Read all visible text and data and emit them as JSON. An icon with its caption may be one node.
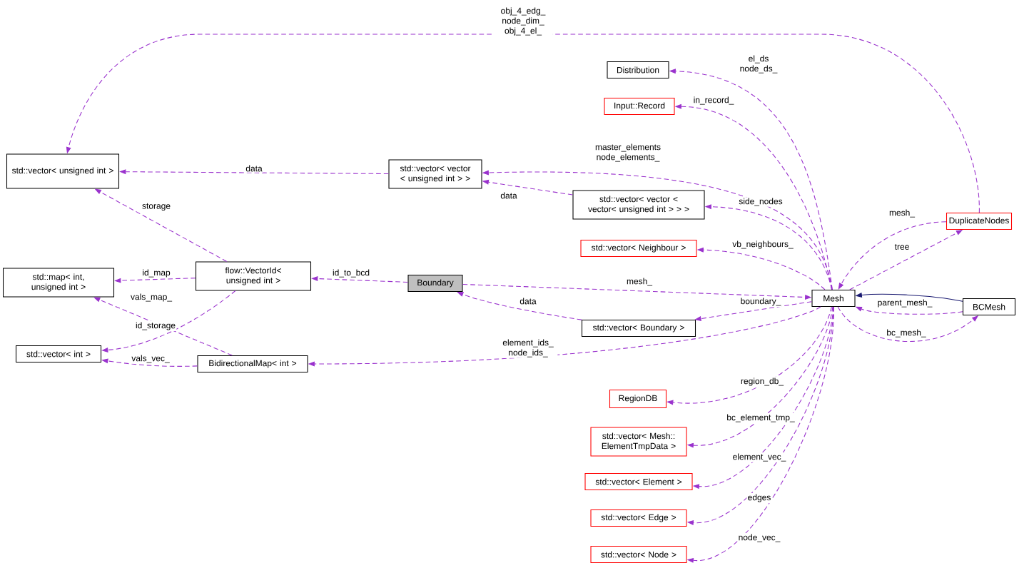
{
  "diagram": {
    "nodes": [
      {
        "text": [
          "std::vector< unsigned int >"
        ]
      },
      {
        "text": [
          "std::vector< vector < unsigned int > >"
        ]
      },
      {
        "text": [
          "Distribution"
        ]
      },
      {
        "text": [
          "Input::Record"
        ]
      },
      {
        "text": [
          "std::vector< vector < vector< unsigned int > > >"
        ]
      },
      {
        "text": [
          "std::vector< Neighbour >"
        ]
      },
      {
        "text": [
          "std::map< int, unsigned int >"
        ]
      },
      {
        "text": [
          "flow::VectorId< unsigned int >"
        ]
      },
      {
        "text": [
          "Boundary"
        ]
      },
      {
        "text": [
          "Mesh"
        ]
      },
      {
        "text": [
          "std::vector< Boundary >"
        ]
      },
      {
        "text": [
          "DuplicateNodes"
        ]
      },
      {
        "text": [
          "BCMesh"
        ]
      },
      {
        "text": [
          "std::vector< int >"
        ]
      },
      {
        "text": [
          "BidirectionalMap< int >"
        ]
      },
      {
        "text": [
          "RegionDB"
        ]
      },
      {
        "text": [
          "std::vector< Mesh:: ElementTmpData >"
        ]
      },
      {
        "text": [
          "std::vector< Element >"
        ]
      },
      {
        "text": [
          "std::vector< Edge >"
        ]
      },
      {
        "text": [
          "std::vector< Node >"
        ]
      }
    ],
    "edges": [
      {
        "from": 11,
        "to": 0,
        "arrow": "to",
        "label": "obj_4_edg_ node_dim_ obj_4_el_",
        "style": "dashed"
      },
      {
        "from": 1,
        "to": 0,
        "arrow": "to",
        "label": "data",
        "style": "dashed"
      },
      {
        "from": 9,
        "to": 2,
        "arrow": "to",
        "label": "el_ds node_ds_",
        "style": "dashed"
      },
      {
        "from": 9,
        "to": 3,
        "arrow": "to",
        "label": "in_record_",
        "style": "dashed"
      },
      {
        "from": 9,
        "to": 1,
        "arrow": "to",
        "label": "master_elements node_elements_",
        "style": "dashed"
      },
      {
        "from": 4,
        "to": 1,
        "arrow": "to",
        "label": "data",
        "style": "dashed"
      },
      {
        "from": 9,
        "to": 4,
        "arrow": "to",
        "label": "side_nodes",
        "style": "dashed"
      },
      {
        "from": 11,
        "to": 9,
        "arrow": "to",
        "label": "mesh_",
        "style": "dashed"
      },
      {
        "from": 9,
        "to": 5,
        "arrow": "to",
        "label": "vb_neighbours_",
        "style": "dashed"
      },
      {
        "from": 9,
        "to": 11,
        "arrow": "to",
        "label": "tree",
        "style": "dashed"
      },
      {
        "from": 7,
        "to": 0,
        "arrow": "to",
        "label": "storage",
        "style": "dashed"
      },
      {
        "from": 7,
        "to": 6,
        "arrow": "to",
        "label": "id_map",
        "style": "dashed"
      },
      {
        "from": 8,
        "to": 7,
        "arrow": "to",
        "label": "id_to_bcd",
        "style": "dashed"
      },
      {
        "from": 8,
        "to": 9,
        "arrow": "to",
        "label": "mesh_",
        "style": "dashed"
      },
      {
        "from": 12,
        "to": 9,
        "arrow": "to",
        "color": "#191970"
      },
      {
        "from": 14,
        "to": 6,
        "arrow": "to",
        "label": "vals_map_",
        "style": "dashed"
      },
      {
        "from": 10,
        "to": 8,
        "arrow": "to",
        "label": "data",
        "style": "dashed"
      },
      {
        "from": 9,
        "to": 10,
        "arrow": "to",
        "label": "boundary_",
        "style": "dashed"
      },
      {
        "from": 12,
        "to": 9,
        "arrow": "to",
        "label": "parent_mesh_",
        "style": "dashed"
      },
      {
        "from": 7,
        "to": 13,
        "arrow": "to",
        "label": "id_storage",
        "style": "dashed"
      },
      {
        "from": 14,
        "to": 13,
        "arrow": "to",
        "label": "vals_vec_",
        "style": "dashed"
      },
      {
        "from": 9,
        "to": 14,
        "arrow": "to",
        "label": "element_ids_ node_ids_",
        "style": "dashed"
      },
      {
        "from": 9,
        "to": 12,
        "arrow": "to",
        "label": "bc_mesh_",
        "style": "dashed"
      },
      {
        "from": 9,
        "to": 15,
        "arrow": "to",
        "label": "region_db_",
        "style": "dashed"
      },
      {
        "from": 9,
        "to": 16,
        "arrow": "to",
        "label": "bc_element_tmp_",
        "style": "dashed"
      },
      {
        "from": 9,
        "to": 17,
        "arrow": "to",
        "label": "element_vec_",
        "style": "dashed"
      },
      {
        "from": 9,
        "to": 18,
        "arrow": "to",
        "label": "edges",
        "style": "dashed"
      },
      {
        "from": 9,
        "to": 19,
        "arrow": "to",
        "label": "node_vec_",
        "style": "dashed"
      }
    ]
  }
}
